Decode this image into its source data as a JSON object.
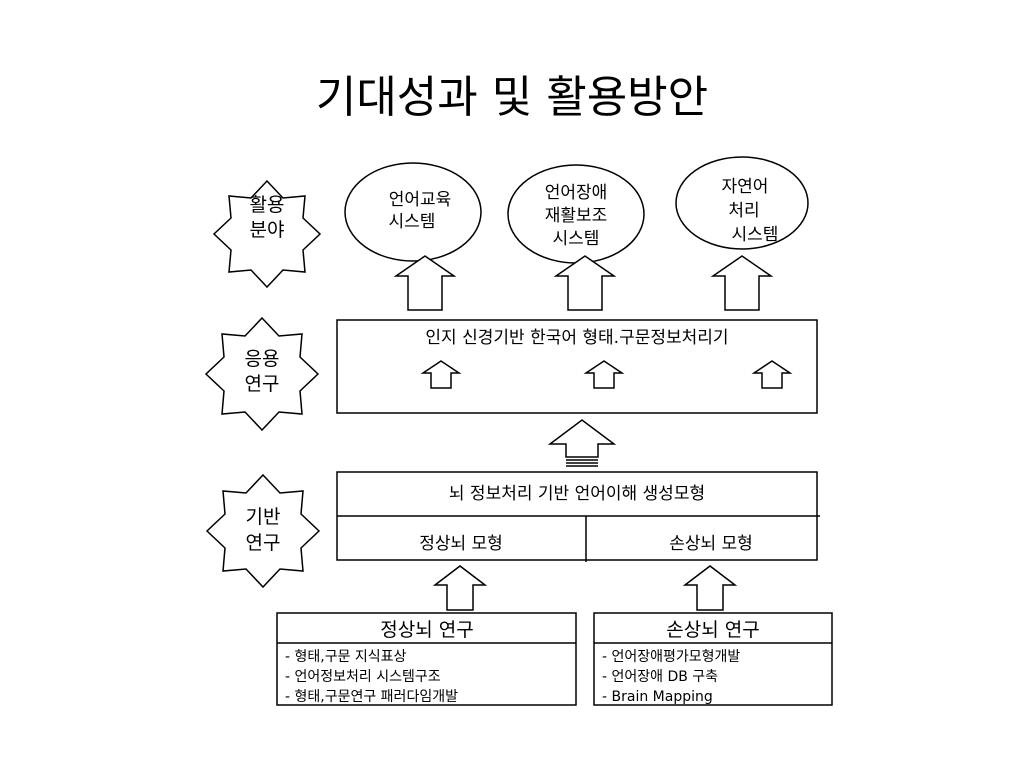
{
  "title": "기대성과 및 활용방안",
  "row_labels": {
    "application_field": [
      "활용",
      "분야"
    ],
    "applied_research": [
      "응용",
      "연구"
    ],
    "basic_research": [
      "기반",
      "연구"
    ]
  },
  "application_systems": [
    [
      "언어교육",
      "시스템"
    ],
    [
      "언어장애",
      "재활보조",
      "시스템"
    ],
    [
      "자연어",
      "처리",
      "시스템"
    ]
  ],
  "applied_box_title": "인지 신경기반 한국어 형태.구문정보처리기",
  "basic_box": {
    "title": "뇌 정보처리 기반 언어이해 생성모형",
    "left": "정상뇌 모형",
    "right": "손상뇌 모형"
  },
  "normal_brain_research": {
    "title": "정상뇌 연구",
    "items": [
      "- 형태,구문 지식표상",
      "- 언어정보처리 시스템구조",
      "- 형태,구문연구 패러다임개발"
    ]
  },
  "damaged_brain_research": {
    "title": "손상뇌 연구",
    "items": [
      "- 언어장애평가모형개발",
      "- 언어장애 DB 구축",
      "- Brain Mapping"
    ]
  }
}
